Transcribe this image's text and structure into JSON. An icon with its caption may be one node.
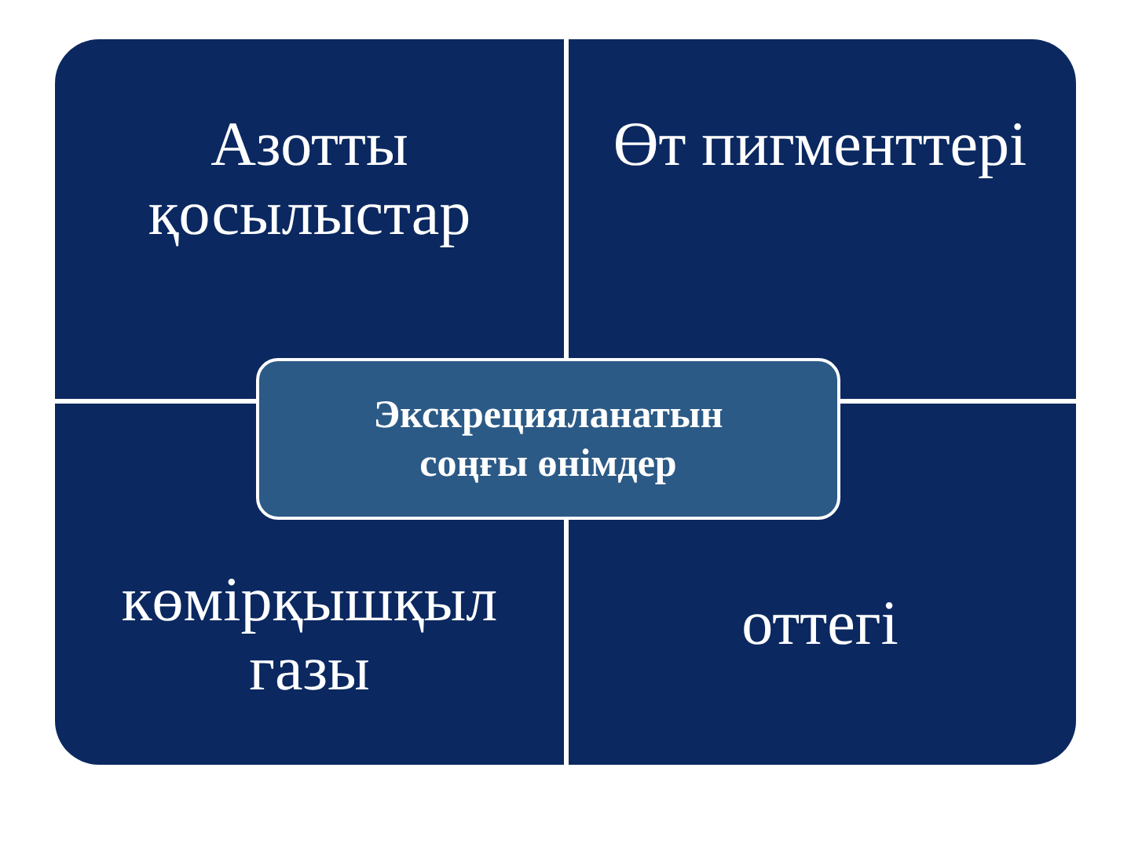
{
  "diagram": {
    "nodes": [
      {
        "text": [
          "Азотты қосылыстар"
        ]
      },
      {
        "text": [
          "Өт пигменттері"
        ]
      },
      {
        "text": [
          "көмірқышқыл газы"
        ]
      },
      {
        "text": [
          "оттегі"
        ]
      },
      {
        "text": [
          "Экскрецияланатын соңғы өнімдер"
        ]
      }
    ]
  }
}
